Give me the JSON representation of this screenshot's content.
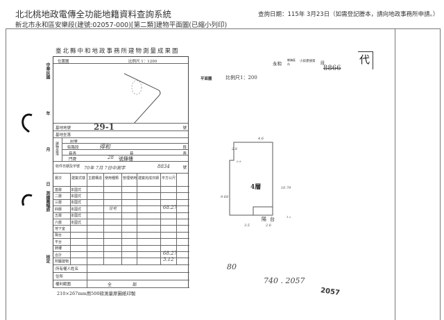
{
  "header": {
    "title": "北北桃地政電傳全功能地籍資料查詢系統",
    "query_date": "查詢日期：115年 3月23日（如需登記謄本，請向地政事務所申請。）",
    "subtitle": "新北市永和區安樂段(建號:02057-000)[第二類]建物平面圖(已縮小列印)"
  },
  "document": {
    "title": "臺北縣中和地政事務所建物測量成果圖",
    "location_map_label": "位置圖",
    "location_scale": "比例尺 1：1200",
    "side_labels": [
      "中華民國",
      "年",
      "月",
      "日",
      "測繪圖幅原",
      "核定"
    ],
    "fields": {
      "lot_label": "基地地號",
      "lot_value": "29-1",
      "lot_suffix": "號",
      "site_label": "基地坐落",
      "village_label": "村里",
      "road_label": "街路段",
      "road_value": "得和",
      "road_suffix": "段",
      "lane_label": "巷弄",
      "lane_suffix": "弄",
      "lane_mid": "巷",
      "number_label": "門牌",
      "number_value": "28",
      "number_suffix": "號肆樓",
      "building_loc_label": "建物坐落",
      "receipt_label": "收件日期及字號",
      "receipt_value": "70年 7月 7日中測字",
      "receipt_no": "8834",
      "receipt_suffix": "號"
    },
    "table_headers": [
      "層次",
      "建築式樣",
      "主體構造",
      "使用種類",
      "管理使用",
      "建築完成日期",
      "平方公尺"
    ],
    "floors": [
      {
        "level": "基層",
        "style": "本國式",
        "use": "",
        "area": ""
      },
      {
        "level": "二層",
        "style": "本國式",
        "use": "",
        "area": ""
      },
      {
        "level": "三層",
        "style": "本國式",
        "use": "",
        "area": ""
      },
      {
        "level": "四層",
        "style": "本國式",
        "use": "住宅",
        "area": "68.27"
      },
      {
        "level": "五層",
        "style": "本國式",
        "use": "",
        "area": ""
      },
      {
        "level": "六層",
        "style": "本國式",
        "use": "",
        "area": ""
      },
      {
        "level": "地下室",
        "style": "",
        "use": "",
        "area": ""
      },
      {
        "level": "陽台",
        "style": "",
        "use": "",
        "area": ""
      },
      {
        "level": "平台",
        "style": "",
        "use": "",
        "area": ""
      },
      {
        "level": "騎樓",
        "style": "",
        "use": "",
        "area": ""
      },
      {
        "level": "合計",
        "style": "",
        "use": "",
        "area": "68.27"
      },
      {
        "level": "附屬建物",
        "style": "",
        "use": "",
        "area": "3.12"
      }
    ],
    "owner_label": "所有權人姓名",
    "address_label": "住所",
    "rights_label": "權利範圍",
    "rights_value": "全部",
    "caption": "210×267mm用500磅測量原圖紙印製",
    "plan": {
      "district": "永和",
      "district_suffix": "鄉鎮區市",
      "section": "段",
      "building_no_label": "小段建號第",
      "building_no": "8866",
      "stamp": "代",
      "plan_label": "平面圖",
      "plan_scale": "比例尺1：200",
      "floor_label": "4層",
      "balcony_label": "陽台",
      "dims": [
        "4.6",
        "2.8",
        "0.9",
        "9.68",
        "10.79",
        "3.5",
        "2.6",
        "1.2"
      ],
      "handwritten_1": "80",
      "handwritten_2": "740 . 2057",
      "stamp_no": "2057"
    }
  }
}
